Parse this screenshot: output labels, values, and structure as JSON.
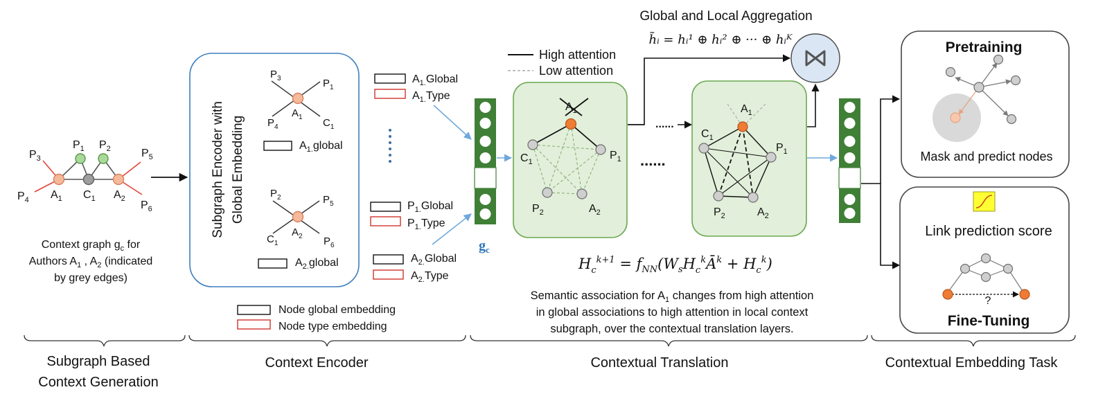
{
  "colors": {
    "node_peach": "#f6b99b",
    "node_peach_stroke": "#d7805c",
    "node_green": "#a9d99a",
    "node_green_stroke": "#5a9a4a",
    "node_grey": "#bfbfbf",
    "node_grey_stroke": "#6e6e6e",
    "node_orange": "#ef7c34",
    "node_orange_stroke": "#b8561a",
    "red_edge": "#e0443a",
    "panel_green": "#e2efda",
    "panel_green_stroke": "#6aa84f",
    "encoder_stroke": "#3f7fbf",
    "column_green": "#3f7f36",
    "arrow_blue": "#6fa8dc",
    "agg_fill": "#dae6f4",
    "gc_label": "#2e75b6"
  },
  "icons": {
    "aggregation": "bowtie-join-icon",
    "score": "sigmoid-curve-icon"
  },
  "context_graph": {
    "labels": {
      "p3": "P",
      "p3s": "3",
      "p1": "P",
      "p1s": "1",
      "p2": "P",
      "p2s": "2",
      "p5": "P",
      "p5s": "5",
      "p4": "P",
      "p4s": "4",
      "p6": "P",
      "p6s": "6",
      "a1": "A",
      "a1s": "1",
      "c1": "C",
      "c1s": "1",
      "a2": "A",
      "a2s": "2"
    },
    "caption_1a": "Context graph g",
    "caption_1b": "c",
    "caption_1c": " for",
    "caption_2a": "Authors A",
    "caption_2b": "1",
    "caption_2c": " , A",
    "caption_2d": "2",
    "caption_2e": " (indicated",
    "caption_3": "by grey edges)"
  },
  "encoder": {
    "title_1": "Subgraph Encoder with",
    "title_2": "Global Embedding",
    "star1": {
      "p3": "P",
      "p3s": "3",
      "p1": "P",
      "p1s": "1",
      "a1": "A",
      "a1s": "1",
      "p4": "P",
      "p4s": "4",
      "c1": "C",
      "c1s": "1",
      "glob_a": "A",
      "glob_s": "1.",
      "glob_b": "global"
    },
    "star2": {
      "p2": "P",
      "p2s": "2",
      "p5": "P",
      "p5s": "5",
      "a2": "A",
      "a2s": "2",
      "c1": "C",
      "c1s": "1",
      "p6": "P",
      "p6s": "6",
      "glob_a": "A",
      "glob_s": "2.",
      "glob_b": "global"
    },
    "legend_global": "Node global embedding",
    "legend_type": "Node type embedding"
  },
  "embeddings": {
    "a1_global_a": "A",
    "a1_global_s": "1.",
    "a1_global_b": "Global",
    "a1_type_a": "A",
    "a1_type_s": "1.",
    "a1_type_b": "Type",
    "dots": "......",
    "p1_global_a": "P",
    "p1_global_s": "1.",
    "p1_global_b": "Global",
    "p1_type_a": "P",
    "p1_type_s": "1.",
    "p1_type_b": "Type",
    "a2_global_a": "A",
    "a2_global_s": "2.",
    "a2_global_b": "Global",
    "a2_type_a": "A",
    "a2_type_s": "2.",
    "a2_type_b": "Type",
    "gc_a": "g",
    "gc_b": "c"
  },
  "translation": {
    "agg_title": "Global and Local Aggregation",
    "agg_formula": "h̃ᵢ = hᵢ¹ ⊕ hᵢ² ⊕ ··· ⊕ hᵢᴷ",
    "legend_high": "High attention",
    "legend_low": "Low attention",
    "dots_between": "......",
    "dots_mid": "......",
    "panel1": {
      "a1": "A",
      "a1s": "1",
      "c1": "C",
      "c1s": "1",
      "p1": "P",
      "p1s": "1",
      "p2": "P",
      "p2s": "2",
      "a2": "A",
      "a2s": "2"
    },
    "panel2": {
      "a1": "A",
      "a1s": "1",
      "c1": "C",
      "c1s": "1",
      "p1": "P",
      "p1s": "1",
      "p2": "P",
      "p2s": "2",
      "a2": "A",
      "a2s": "2"
    },
    "formula": "H_c^{k+1} = f_NN(W_s H_c^k Ā^k + H_c^k)",
    "caption_1a": "Semantic association for A",
    "caption_1b": "1",
    "caption_1c": " changes from high attention",
    "caption_2": "in global associations to high attention in local context",
    "caption_3": "subgraph, over the contextual translation layers."
  },
  "task": {
    "pretraining_title": "Pretraining",
    "pretraining_caption": "Mask and predict nodes",
    "link_caption": "Link prediction score",
    "link_question": "?",
    "finetuning_title": "Fine-Tuning"
  },
  "sections": {
    "s1_line1": "Subgraph Based",
    "s1_line2": "Context Generation",
    "s2": "Context Encoder",
    "s3": "Contextual Translation",
    "s4": "Contextual Embedding Task"
  }
}
